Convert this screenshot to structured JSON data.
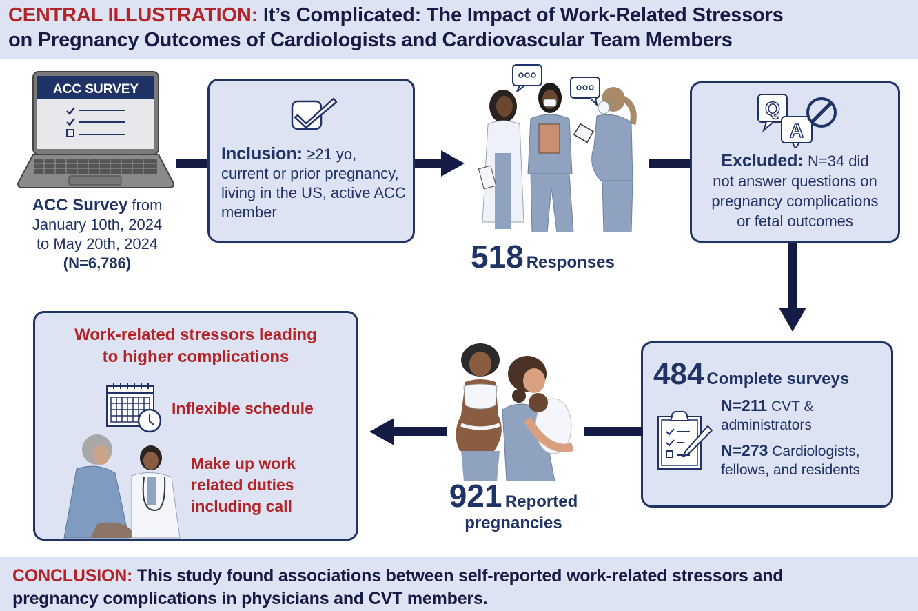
{
  "header": {
    "label": "CENTRAL ILLUSTRATION:",
    "title_line1": "It’s Complicated: The Impact of Work-Related Stressors",
    "title_line2": "on Pregnancy Outcomes of Cardiologists and Cardiovascular Team Members"
  },
  "survey": {
    "laptop_screen_title": "ACC SURVEY",
    "icon": "laptop-checklist-icon",
    "caption_bold": "ACC Survey",
    "caption_from": "from",
    "caption_line2": "January 10th, 2024",
    "caption_line3": "to May 20th, 2024",
    "caption_n": "(N=6,786)"
  },
  "inclusion": {
    "icon": "checkbox-icon",
    "label": "Inclusion:",
    "text_first": "≥21 yo,",
    "text_rest": "current or prior pregnancy, living in the US, active ACC member"
  },
  "responses": {
    "icon": "healthcare-workers-illustration",
    "count": "518",
    "label": "Responses"
  },
  "excluded": {
    "icon": "qa-prohibited-icon",
    "label": "Excluded:",
    "text_first": "N=34 did",
    "text_rest": "not answer questions on pregnancy complications or fetal outcomes"
  },
  "complete": {
    "icon": "clipboard-checklist-icon",
    "count": "484",
    "label": "Complete surveys",
    "groups": [
      {
        "n": "N=211",
        "desc_line1": "CVT &",
        "desc_line2": "administrators"
      },
      {
        "n": "N=273",
        "desc_line1": "Cardiologists,",
        "desc_line2": "fellows, and residents"
      }
    ]
  },
  "pregnancies": {
    "icon": "pregnant-women-illustration",
    "count": "921",
    "label_line1": "Reported",
    "label_line2": "pregnancies"
  },
  "stressors": {
    "title_line1": "Work-related stressors leading",
    "title_line2": "to higher complications",
    "items": [
      {
        "icon": "calendar-clock-icon",
        "label": "Inflexible schedule"
      },
      {
        "icon": "doctor-patient-illustration",
        "label_line1": "Make up work",
        "label_line2": "related duties",
        "label_line3": "including call"
      }
    ]
  },
  "conclusion": {
    "label": "CONCLUSION:",
    "text_line1": "This study found associations between self-reported work-related stressors and",
    "text_line2": "pregnancy complications in physicians and CVT members."
  },
  "colors": {
    "navy": "#1f3366",
    "dark_navy": "#141c45",
    "red": "#b32428",
    "panel_bg": "#dde3f3"
  }
}
